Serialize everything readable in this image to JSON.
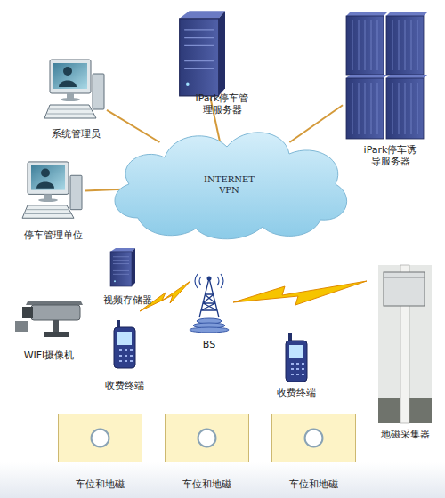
{
  "diagram": {
    "nodes": [
      {
        "text": [
          "系统管理员"
        ]
      },
      {
        "text": [
          "iPark停车管理服务器"
        ]
      },
      {
        "text": [
          "iPark停车诱导服务器"
        ]
      },
      {
        "text": [
          "停车管理单位"
        ]
      },
      {
        "text": [
          "INTERNET VPN"
        ]
      },
      {
        "text": [
          "视频存储器"
        ]
      },
      {
        "text": [
          "WIFI摄像机"
        ]
      },
      {
        "text": [
          "BS"
        ]
      },
      {
        "text": [
          "收费终端"
        ]
      },
      {
        "text": [
          "收费终端"
        ]
      },
      {
        "text": [
          "地磁采集器"
        ]
      },
      {
        "text": [
          "车位和地磁"
        ]
      },
      {
        "text": [
          "车位和地磁"
        ]
      },
      {
        "text": [
          "车位和地磁"
        ]
      }
    ],
    "edges": [
      {
        "from": 0,
        "to": 4,
        "arrow": "none"
      },
      {
        "from": 1,
        "to": 4,
        "arrow": "none"
      },
      {
        "from": 2,
        "to": 4,
        "arrow": "none"
      },
      {
        "from": 3,
        "to": 4,
        "arrow": "none"
      }
    ]
  }
}
